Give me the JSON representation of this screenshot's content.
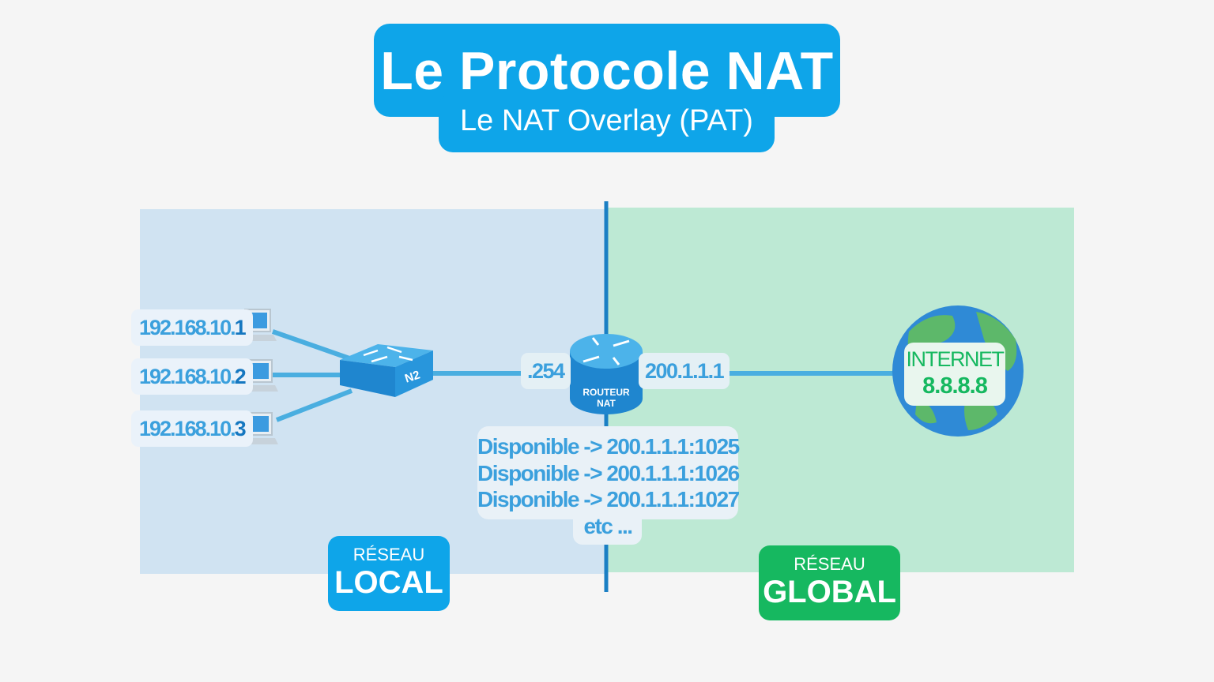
{
  "header": {
    "title": "Le Protocole NAT",
    "subtitle": "Le NAT Overlay (PAT)"
  },
  "hosts": [
    {
      "prefix": "192.168.10.",
      "suffix": "1"
    },
    {
      "prefix": "192.168.10.",
      "suffix": "2"
    },
    {
      "prefix": "192.168.10.",
      "suffix": "3"
    }
  ],
  "switch": {
    "label": "N2"
  },
  "router": {
    "label_line1": "ROUTEUR",
    "label_line2": "NAT",
    "inside_ip": ".254",
    "outside_ip": "200.1.1.1"
  },
  "nat_table": {
    "rows": [
      "Disponible -> 200.1.1.1:1025",
      "Disponible -> 200.1.1.1:1026",
      "Disponible -> 200.1.1.1:1027"
    ],
    "more": "etc ..."
  },
  "internet": {
    "label": "INTERNET",
    "ip": "8.8.8.8"
  },
  "zones": {
    "local": {
      "small": "RÉSEAU",
      "big": "LOCAL"
    },
    "global": {
      "small": "RÉSEAU",
      "big": "GLOBAL"
    }
  },
  "colors": {
    "local_accent": "#0ea5e9",
    "global_accent": "#16b860",
    "local_zone": "#d0e3f2",
    "global_zone": "#bde9d4"
  }
}
